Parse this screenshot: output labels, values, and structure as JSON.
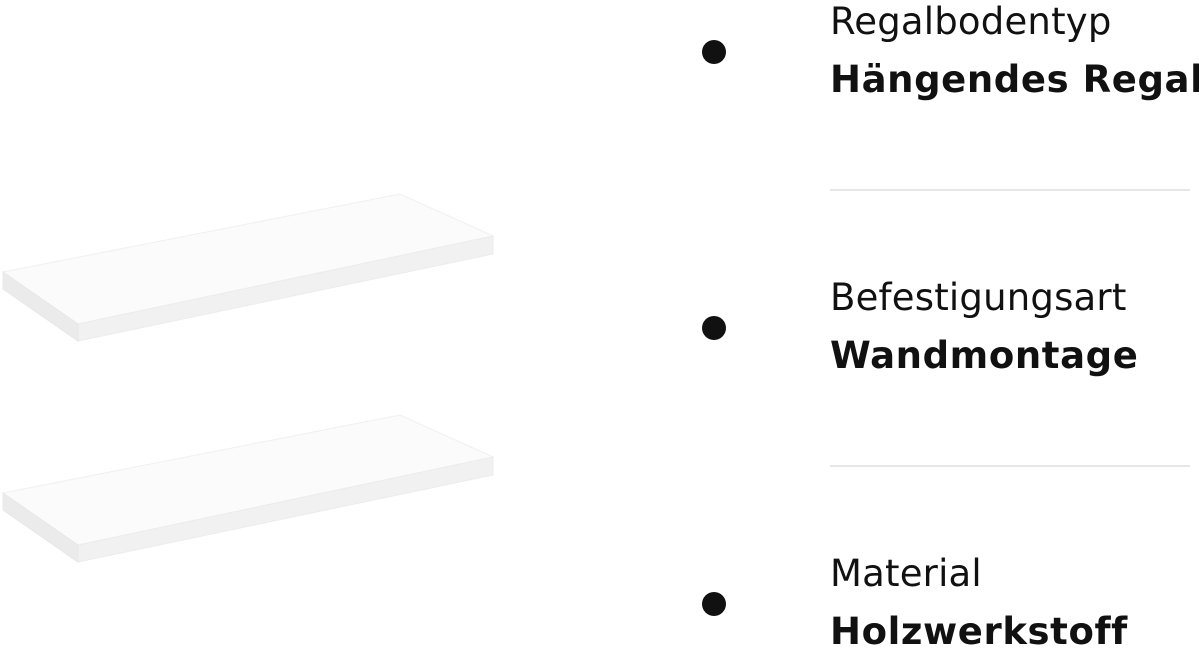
{
  "specs": [
    {
      "label": "Regalbodentyp",
      "value": "Hängendes Regal",
      "icon": "bullet-icon"
    },
    {
      "label": "Befestigungsart",
      "value": "Wandmontage",
      "icon": "bullet-icon"
    },
    {
      "label": "Material",
      "value": "Holzwerkstoff",
      "icon": "bullet-icon"
    }
  ],
  "colors": {
    "text": "#111111",
    "divider": "#e6e6e6",
    "background": "#ffffff",
    "shelf_top": "#fbfbfb",
    "shelf_front": "#f1f1f1",
    "shelf_edge": "#e9e9e9"
  }
}
